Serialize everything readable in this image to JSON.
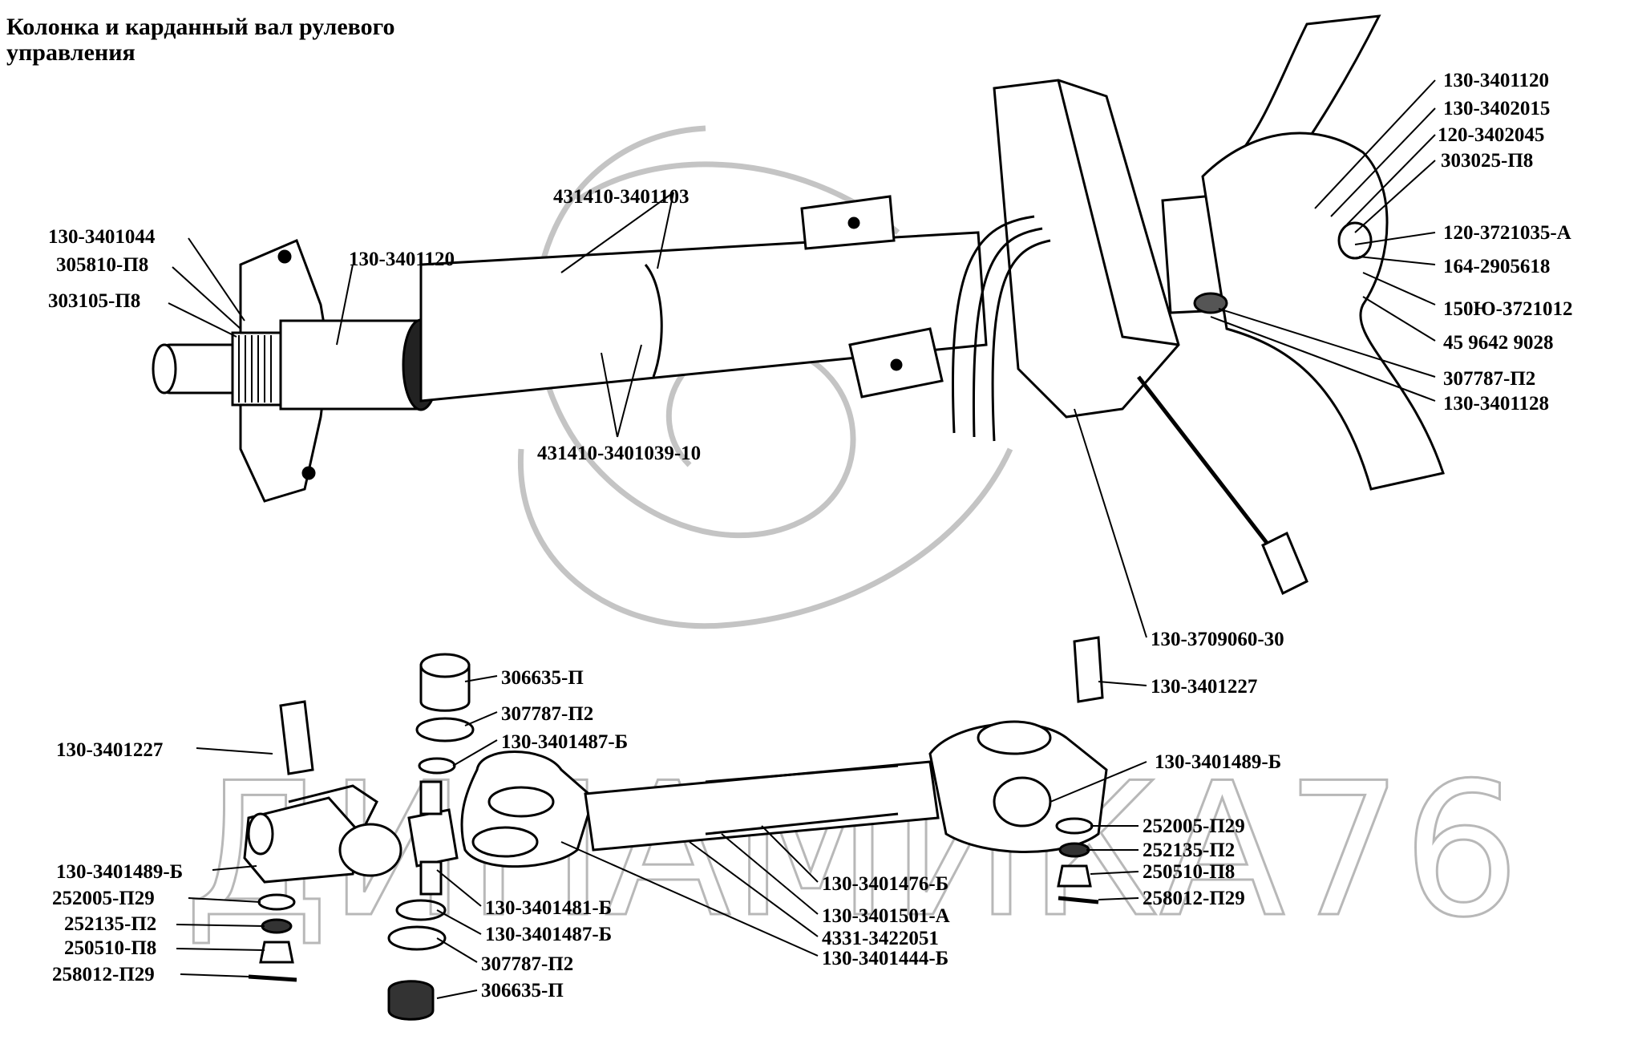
{
  "title": "Колонка и карданный вал рулевого управления",
  "watermark_text": "ДИНАМИКА76",
  "labels": [
    {
      "id": "a1",
      "text": "130-3401044"
    },
    {
      "id": "a2",
      "text": "305810-П8"
    },
    {
      "id": "a3",
      "text": "303105-П8"
    },
    {
      "id": "a4",
      "text": "130-3401120"
    },
    {
      "id": "a5",
      "text": "431410-3401103"
    },
    {
      "id": "a6",
      "text": "431410-3401039-10"
    },
    {
      "id": "b1",
      "text": "130-3401120"
    },
    {
      "id": "b2",
      "text": "130-3402015"
    },
    {
      "id": "b3",
      "text": "120-3402045"
    },
    {
      "id": "b4",
      "text": "303025-П8"
    },
    {
      "id": "b5",
      "text": "120-3721035-А"
    },
    {
      "id": "b6",
      "text": "164-2905618"
    },
    {
      "id": "b7",
      "text": "150Ю-3721012"
    },
    {
      "id": "b8",
      "text": "45 9642 9028"
    },
    {
      "id": "b9",
      "text": "307787-П2"
    },
    {
      "id": "b10",
      "text": "130-3401128"
    },
    {
      "id": "c1",
      "text": "130-3709060-30"
    },
    {
      "id": "d1",
      "text": "306635-П"
    },
    {
      "id": "d2",
      "text": "307787-П2"
    },
    {
      "id": "d3",
      "text": "130-3401487-Б"
    },
    {
      "id": "d4",
      "text": "130-3401227"
    },
    {
      "id": "d5",
      "text": "130-3401489-Б"
    },
    {
      "id": "d6",
      "text": "252005-П29"
    },
    {
      "id": "d7",
      "text": "252135-П2"
    },
    {
      "id": "d8",
      "text": "250510-П8"
    },
    {
      "id": "d9",
      "text": "258012-П29"
    },
    {
      "id": "e1",
      "text": "130-3401481-Б"
    },
    {
      "id": "e2",
      "text": "130-3401487-Б"
    },
    {
      "id": "e3",
      "text": "307787-П2"
    },
    {
      "id": "e4",
      "text": "306635-П"
    },
    {
      "id": "f1",
      "text": "130-3401476-Б"
    },
    {
      "id": "f2",
      "text": "130-3401501-А"
    },
    {
      "id": "f3",
      "text": "4331-3422051"
    },
    {
      "id": "f4",
      "text": "130-3401444-Б"
    },
    {
      "id": "g1",
      "text": "130-3401227"
    },
    {
      "id": "g2",
      "text": "130-3401489-Б"
    },
    {
      "id": "g3",
      "text": "252005-П29"
    },
    {
      "id": "g4",
      "text": "252135-П2"
    },
    {
      "id": "g5",
      "text": "250510-П8"
    },
    {
      "id": "g6",
      "text": "258012-П29"
    }
  ]
}
